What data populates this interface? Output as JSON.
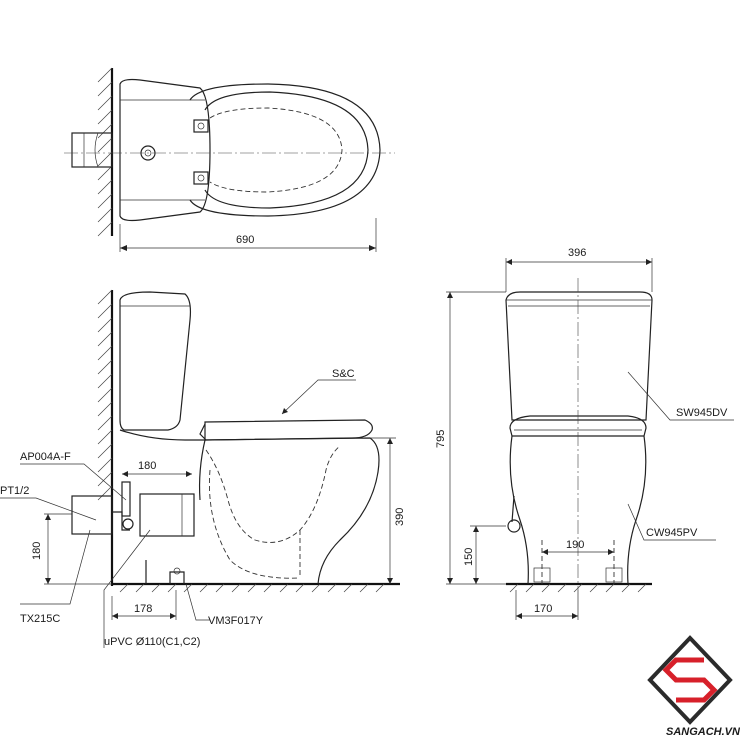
{
  "dimensions": {
    "top_length": "690",
    "side_drain_height": "180",
    "side_pipe_height": "180",
    "side_wall_offset": "178",
    "side_rim_height": "390",
    "front_width": "396",
    "front_total_height": "795",
    "front_inlet_height": "150",
    "front_fixing_spacing": "190",
    "front_base_width": "170"
  },
  "labels": {
    "seat": "S&C",
    "angle_valve": "AP004A-F",
    "thread": "PT1/2",
    "flex_hose": "TX215C",
    "pipe": "uPVC Ø110(C1,C2)",
    "fixing_kit": "VM3F017Y",
    "tank": "SW945DV",
    "bowl": "CW945PV"
  },
  "watermark": {
    "logo_letters": "SG",
    "site": "SANGACH.VN",
    "colors": {
      "red": "#d7202a",
      "dark": "#2b2b2b"
    }
  }
}
